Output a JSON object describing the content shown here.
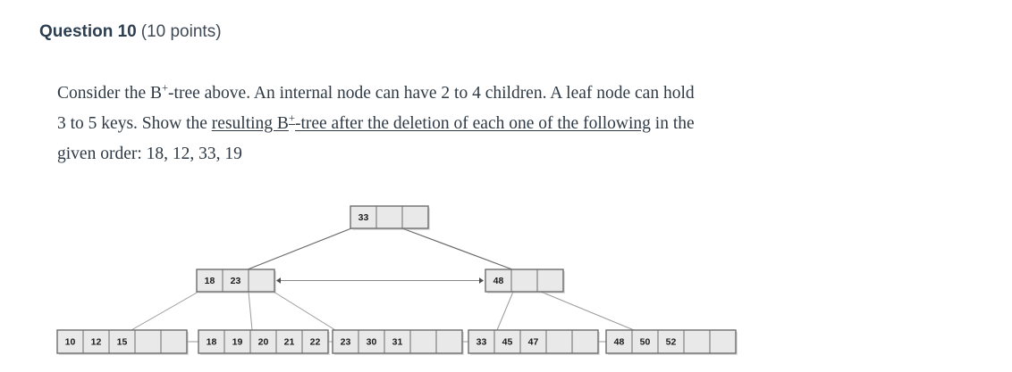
{
  "header": {
    "title": "Question 10",
    "points": "(10 points)"
  },
  "prompt": {
    "line1_a": "Consider the B",
    "line1_sup": "+",
    "line1_b": "-tree above. An internal node can have 2 to 4 children. A leaf node can hold",
    "line2_a": "3 to 5 keys. Show the ",
    "line2_u1": "resulting B",
    "line2_sup": "+",
    "line2_u2": "-tree after the deletion of each one of the following",
    "line2_b": " in the",
    "line3": "given order: 18, 12, 33, 19"
  },
  "diagram": {
    "type": "b-plus-tree",
    "cell_fill": "#e9e9e9",
    "cell_border": "#6d6d6d",
    "edge_color": "#9a9a9a",
    "root": {
      "id": "root",
      "capacity": 3,
      "keys": [
        "33",
        "",
        ""
      ]
    },
    "internal": [
      {
        "id": "internal-left",
        "capacity": 3,
        "keys": [
          "18",
          "23",
          ""
        ]
      },
      {
        "id": "internal-right",
        "capacity": 3,
        "keys": [
          "48",
          "",
          ""
        ]
      }
    ],
    "leaves": [
      {
        "id": "leaf-1",
        "capacity": 5,
        "keys": [
          "10",
          "12",
          "15",
          "",
          ""
        ]
      },
      {
        "id": "leaf-2",
        "capacity": 5,
        "keys": [
          "18",
          "19",
          "20",
          "21",
          "22"
        ]
      },
      {
        "id": "leaf-3",
        "capacity": 5,
        "keys": [
          "23",
          "30",
          "31",
          "",
          ""
        ]
      },
      {
        "id": "leaf-4",
        "capacity": 5,
        "keys": [
          "33",
          "45",
          "47",
          "",
          ""
        ]
      },
      {
        "id": "leaf-5",
        "capacity": 5,
        "keys": [
          "48",
          "50",
          "52",
          "",
          ""
        ]
      }
    ]
  }
}
